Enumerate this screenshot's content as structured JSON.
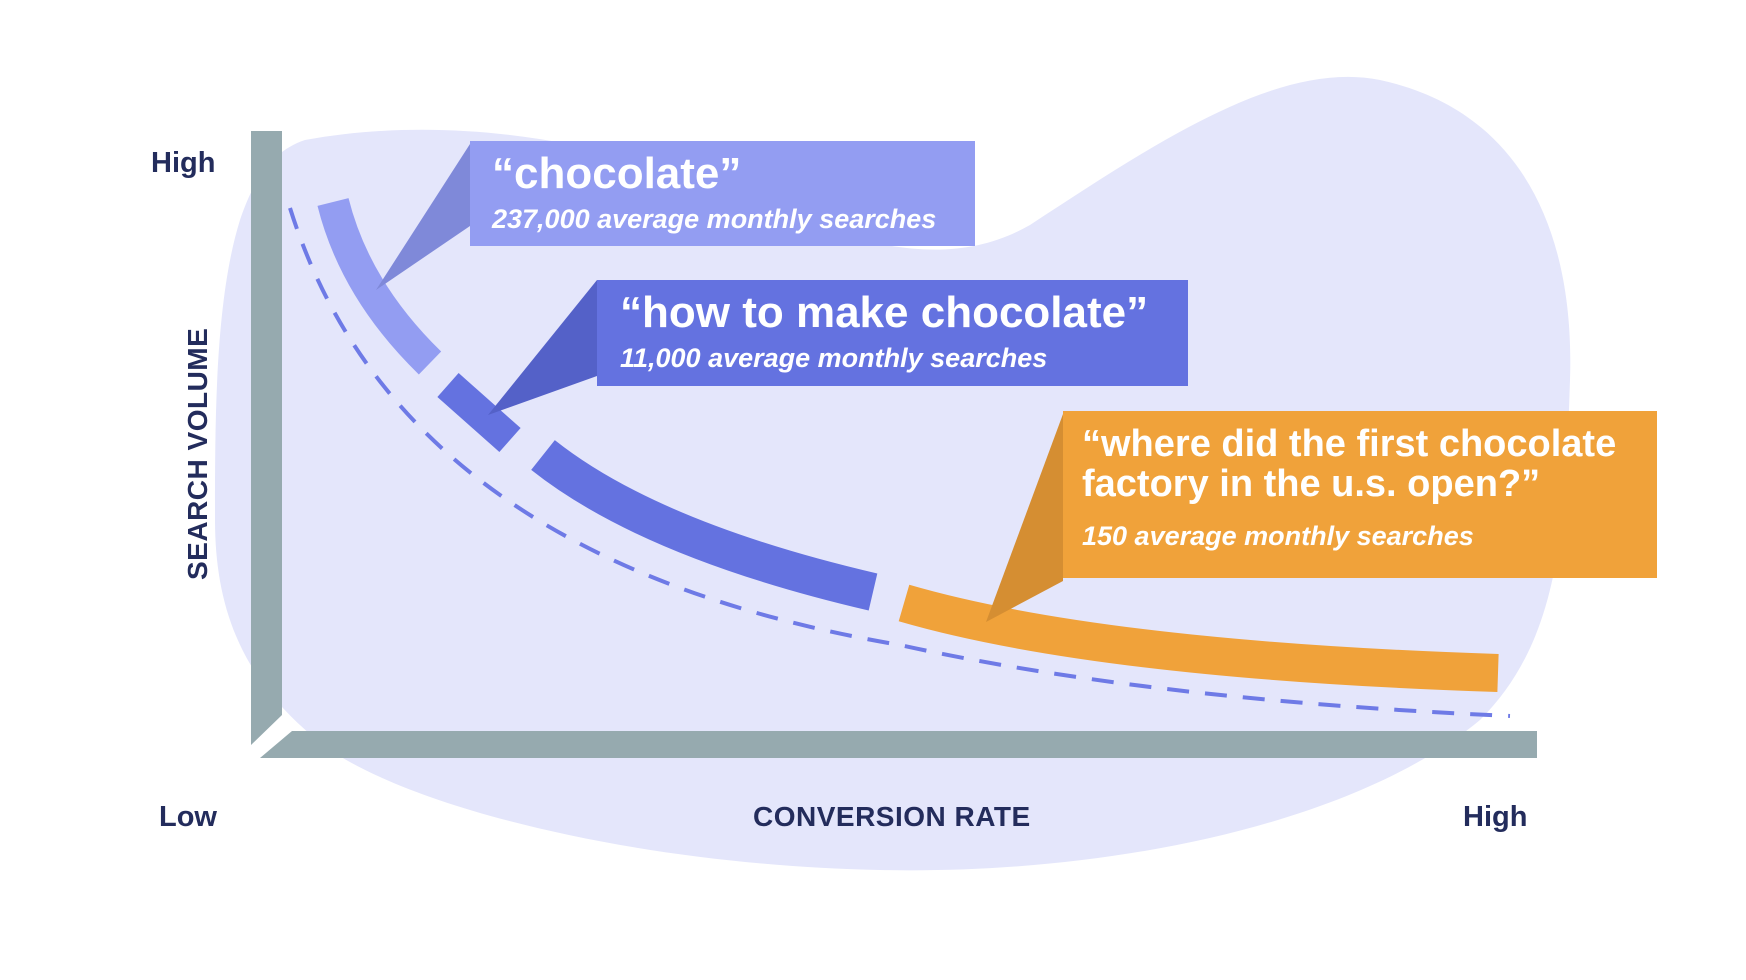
{
  "axes": {
    "y_high": "High",
    "y_title": "SEARCH VOLUME",
    "x_low": "Low",
    "x_title": "CONVERSION RATE",
    "x_high": "High"
  },
  "keywords": [
    {
      "query": "“chocolate”",
      "searches": "237,000 average monthly searches",
      "color": "#939df2"
    },
    {
      "query": "“how to make chocolate”",
      "searches": "11,000 average monthly searches",
      "color": "#6472e0"
    },
    {
      "query": "“where did the first chocolate factory in the u.s. open?”",
      "searches": "150 average monthly searches",
      "color": "#f0a23a"
    }
  ],
  "colors": {
    "blob": "#e4e6fb",
    "axis": "#96aaaf",
    "dash": "#6e7ae6",
    "text": "#232c5c"
  }
}
